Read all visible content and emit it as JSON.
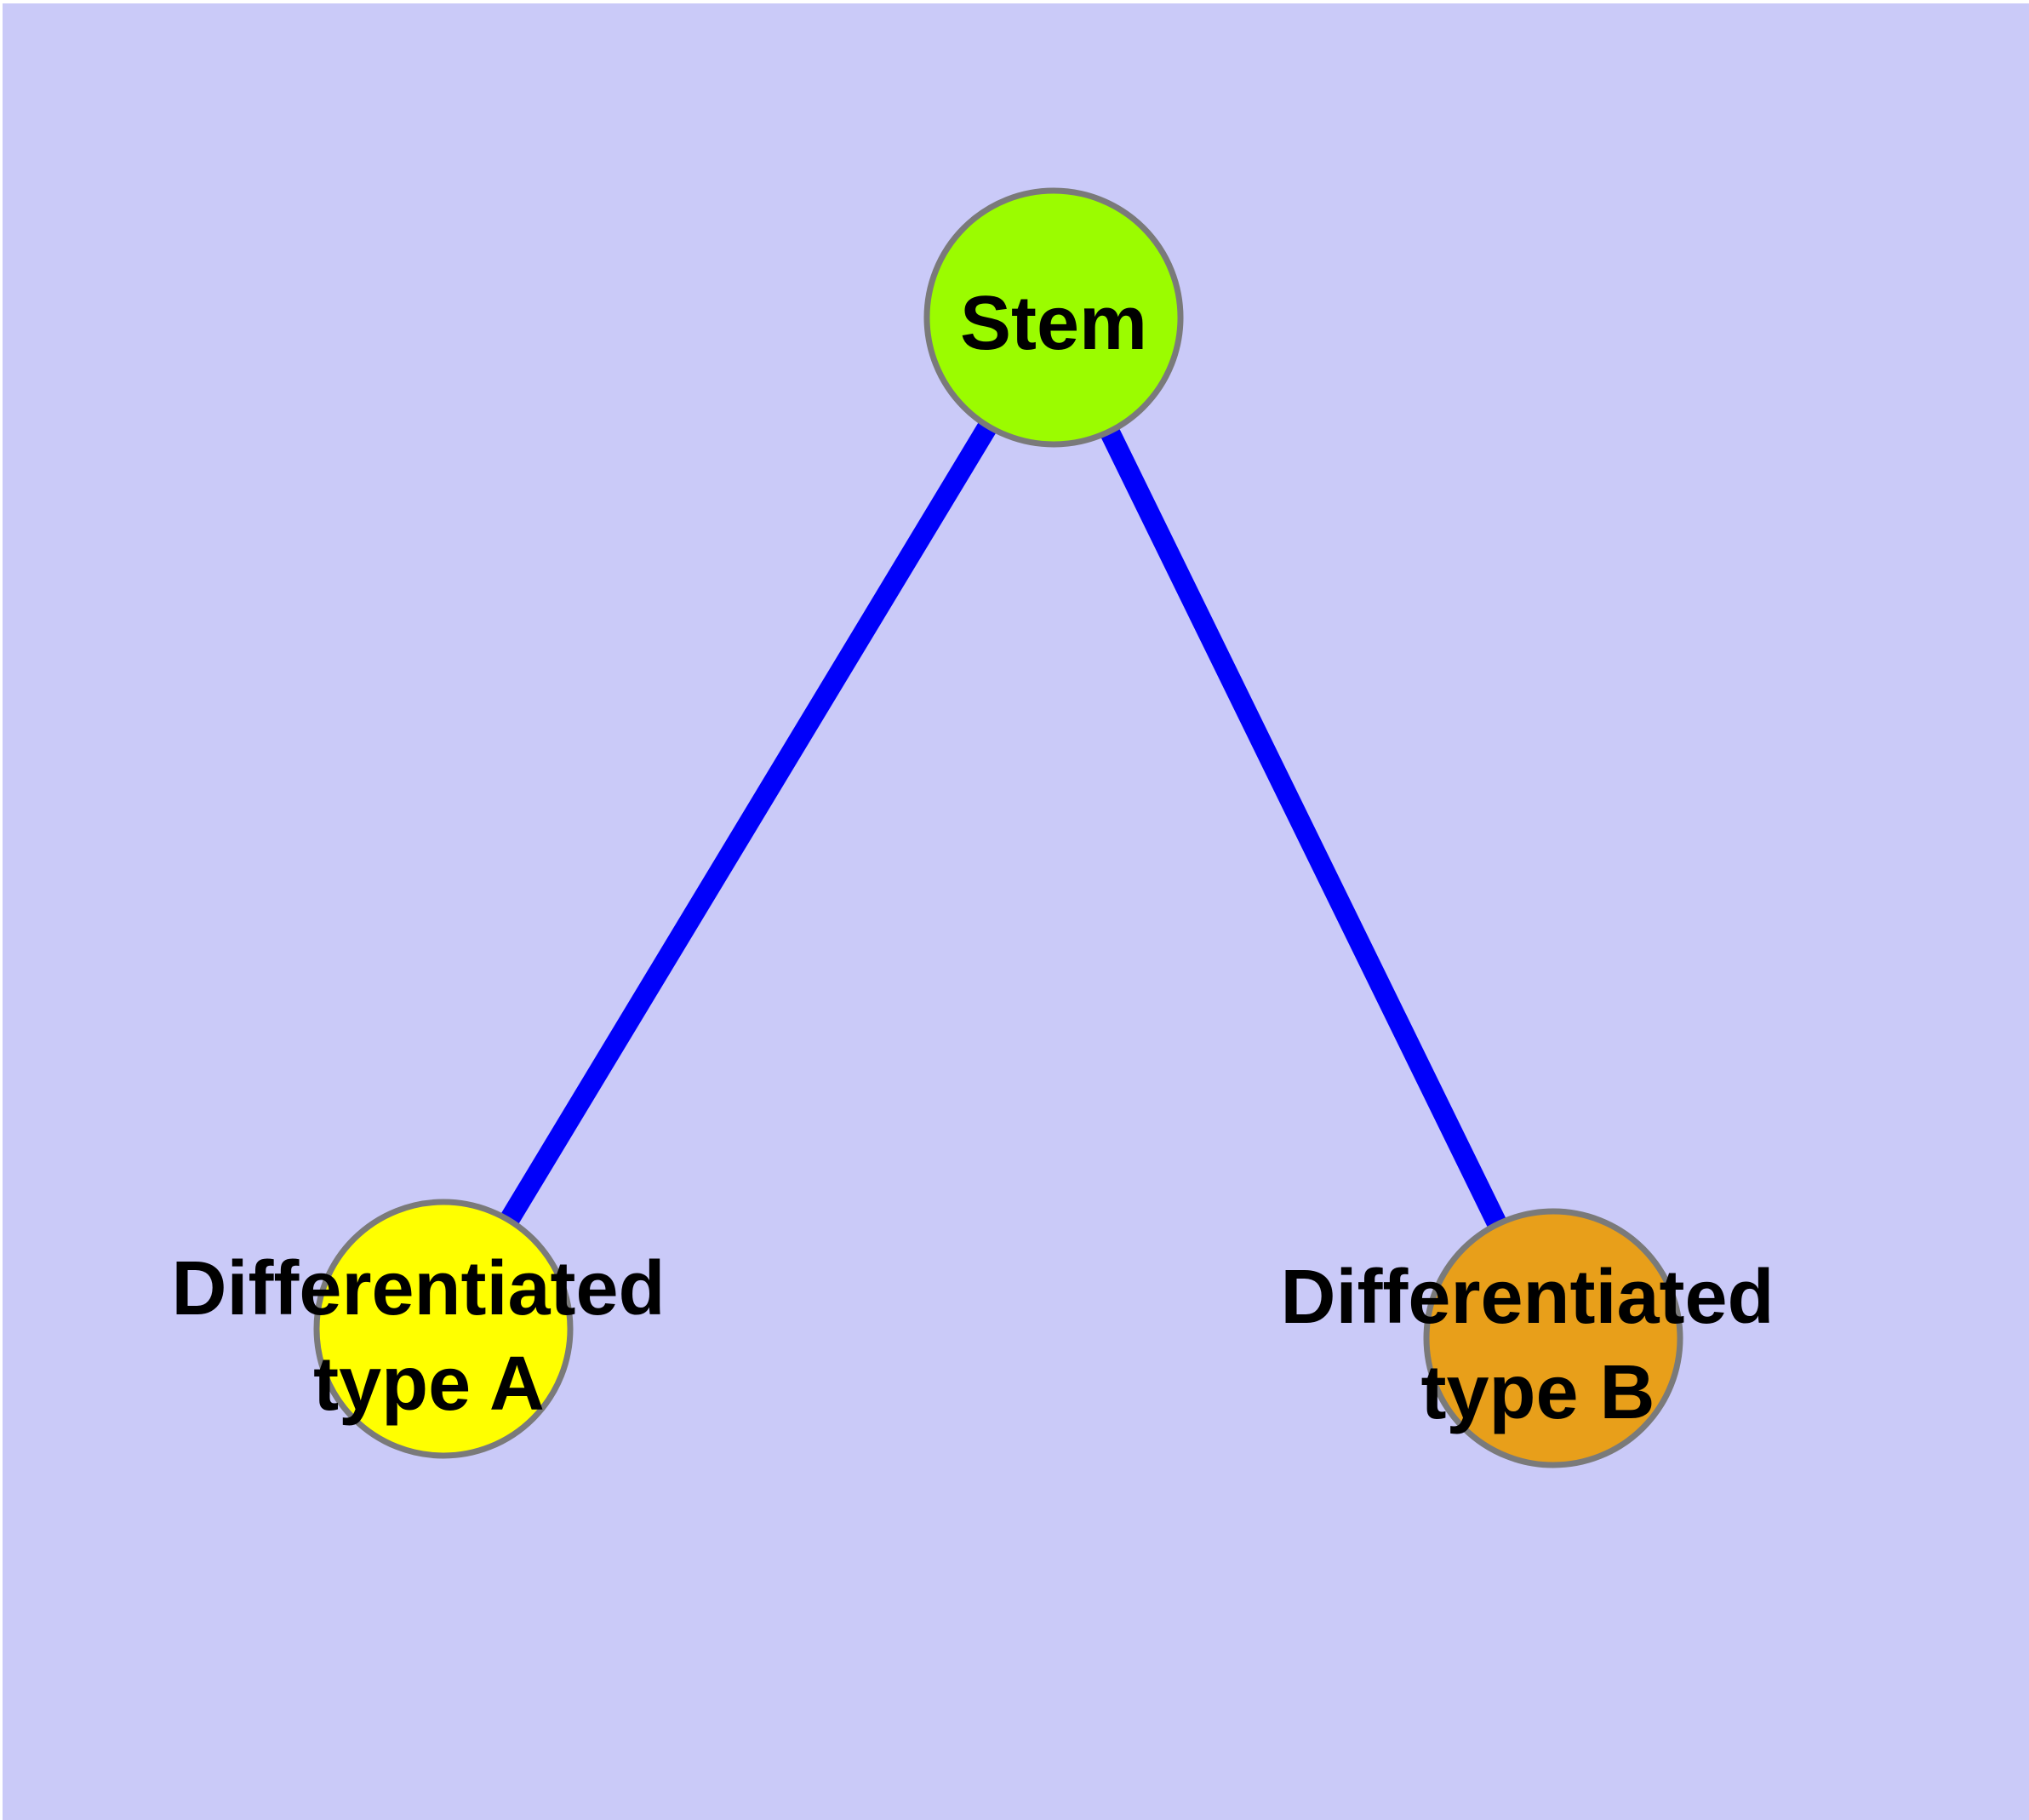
{
  "figure": {
    "type": "graph",
    "background_color": "#CACAF8",
    "frame_color": "#FFFFFF",
    "edge_color": "#0000FA",
    "node_border_color": "#7A7A7A",
    "label_color": "#000000",
    "nodes": [
      {
        "id": "stem",
        "label": "Stem",
        "fill_color": "#9BFC00"
      },
      {
        "id": "differentiated-type-a",
        "label": "Differentiated type A",
        "line1": "Differentiated",
        "line2": "type A",
        "fill_color": "#FFFF00"
      },
      {
        "id": "differentiated-type-b",
        "label": "Differentiated type B",
        "line1": "Differentiated",
        "line2": "type B",
        "fill_color": "#E89F1A"
      }
    ],
    "edges": [
      {
        "from": "Stem",
        "to": "Differentiated type A"
      },
      {
        "from": "Stem",
        "to": "Differentiated type B"
      }
    ]
  }
}
